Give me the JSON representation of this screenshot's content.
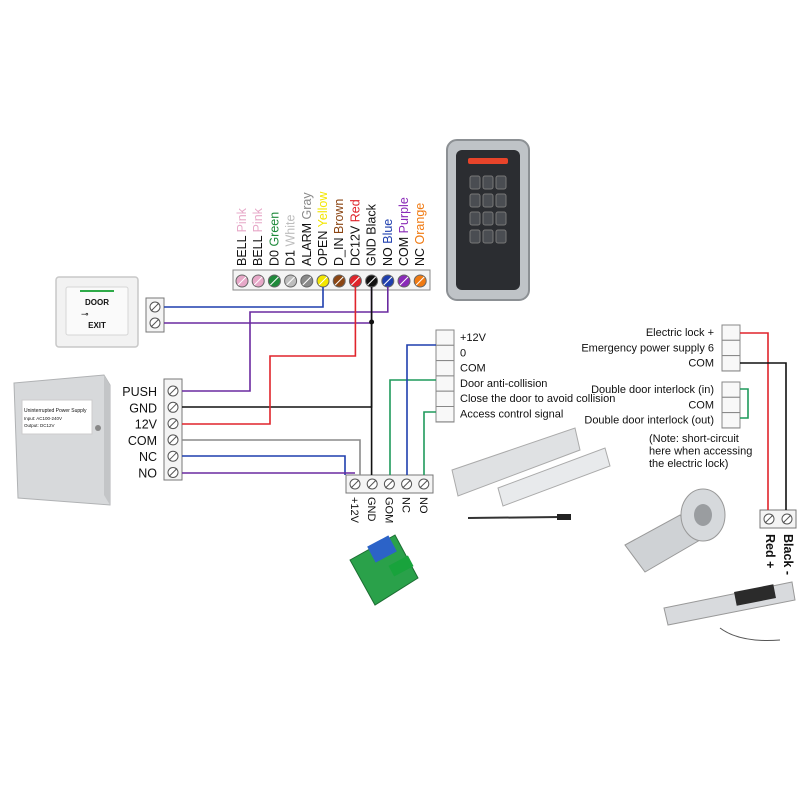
{
  "keypad_terminals": [
    {
      "name": "BELL",
      "color_word": "Pink",
      "color": "#e7a8c8"
    },
    {
      "name": "BELL",
      "color_word": "Pink",
      "color": "#e7a8c8"
    },
    {
      "name": "D0",
      "color_word": "Green",
      "color": "#1f8a3b"
    },
    {
      "name": "D1",
      "color_word": "White",
      "color": "#bdbdbd"
    },
    {
      "name": "ALARM",
      "color_word": "Gray",
      "color": "#8a8a8a"
    },
    {
      "name": "OPEN",
      "color_word": "Yellow",
      "color": "#f3e600"
    },
    {
      "name": "D_IN",
      "color_word": "Brown",
      "color": "#8b4513"
    },
    {
      "name": "DC12V",
      "color_word": "Red",
      "color": "#e0242b"
    },
    {
      "name": "GND",
      "color_word": "Black",
      "color": "#111111"
    },
    {
      "name": "NO",
      "color_word": "Blue",
      "color": "#1f3fae"
    },
    {
      "name": "COM",
      "color_word": "Purple",
      "color": "#8a2bb8"
    },
    {
      "name": "NC",
      "color_word": "Orange",
      "color": "#f07a12"
    }
  ],
  "exit_button": {
    "line1": "DOOR",
    "line2": "EXIT"
  },
  "power_supply": {
    "label_title": "Uninterrupted Power Supply",
    "label_input": "Input: AC100-240V",
    "label_output": "Output: DC12V",
    "terminals": [
      "PUSH",
      "GND",
      "12V",
      "COM",
      "NC",
      "NO"
    ]
  },
  "relay_terminals": [
    "+12V",
    "GND",
    "GOM",
    "NC",
    "NO"
  ],
  "door_closer_terminals": [
    "+12V",
    "0",
    "COM",
    "Door anti-collision",
    "Close the door to avoid collision",
    "Access control signal"
  ],
  "electric_lock_terminals": [
    "Electric lock +",
    "Emergency power supply 6",
    "COM",
    "Double door interlock (in)",
    "COM",
    "Double door interlock (out)"
  ],
  "lock_note": [
    "(Note: short-circuit",
    "here when accessing",
    "the electric lock)"
  ],
  "lock_power_terminals": [
    "Black -",
    "Red +"
  ],
  "colors": {
    "wire_red": "#e0242b",
    "wire_blue": "#1f3fae",
    "wire_purple": "#6a2aa0",
    "wire_black": "#111111",
    "wire_green": "#1f9a5b",
    "wire_gray": "#8a8a8a"
  }
}
